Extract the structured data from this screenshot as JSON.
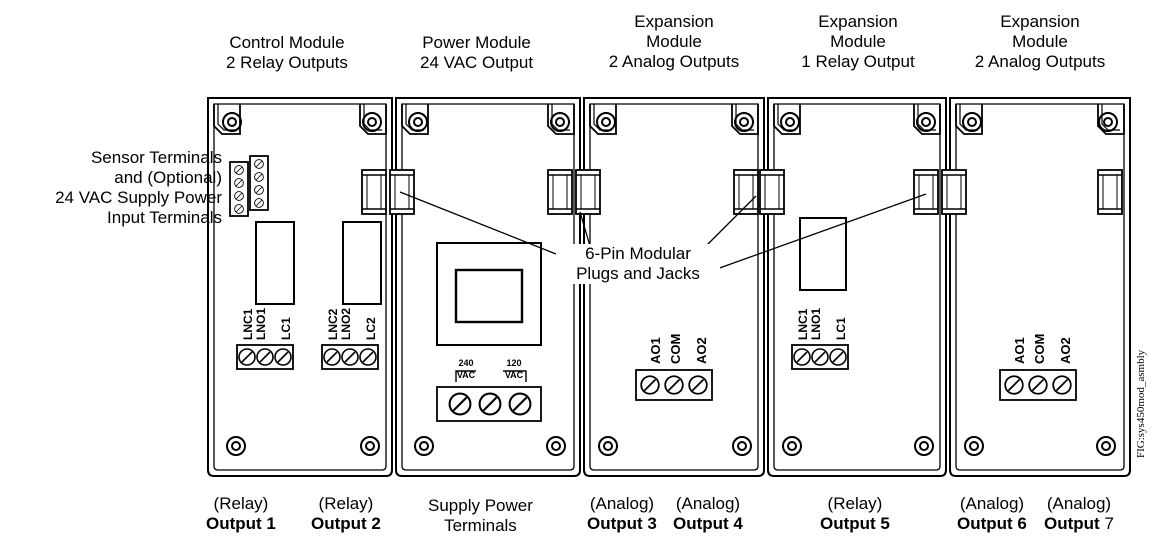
{
  "top_labels": {
    "control": [
      "Control Module",
      "2 Relay Outputs"
    ],
    "power": [
      "Power Module",
      "24 VAC Output"
    ],
    "exp1": [
      "Expansion",
      "Module",
      "2 Analog Outputs"
    ],
    "exp2": [
      "Expansion",
      "Module",
      "1 Relay Output"
    ],
    "exp3": [
      "Expansion",
      "Module",
      "2 Analog Outputs"
    ]
  },
  "sensor_label": [
    "Sensor Terminals",
    "and (Optional)",
    "24 VAC Supply Power",
    "Input Terminals"
  ],
  "plug_label": [
    "6-Pin Modular",
    "Plugs and Jacks"
  ],
  "terminal_labels": {
    "relay1": [
      "LNC1",
      "LNO1",
      "LC1"
    ],
    "relay2": [
      "LNC2",
      "LNO2",
      "LC2"
    ],
    "relay5": [
      "LNC1",
      "LNO1",
      "LC1"
    ],
    "analog": [
      "AO1",
      "COM",
      "AO2"
    ],
    "vac240": [
      "240",
      "VAC"
    ],
    "vac120": [
      "120",
      "VAC"
    ]
  },
  "bottom_labels": {
    "out1": [
      "(Relay)",
      "Output 1"
    ],
    "out2": [
      "(Relay)",
      "Output 2"
    ],
    "supply": [
      "Supply Power",
      "Terminals"
    ],
    "out3": [
      "(Analog)",
      "Output 3"
    ],
    "out4": [
      "(Analog)",
      "Output 4"
    ],
    "out5": [
      "(Relay)",
      "Output 5"
    ],
    "out6": [
      "(Analog)",
      "Output 6"
    ],
    "out7a": "(Analog)",
    "out7b": "Output",
    "out7c": "7"
  },
  "figure_id": "FIG:sys450mod_asmbly"
}
